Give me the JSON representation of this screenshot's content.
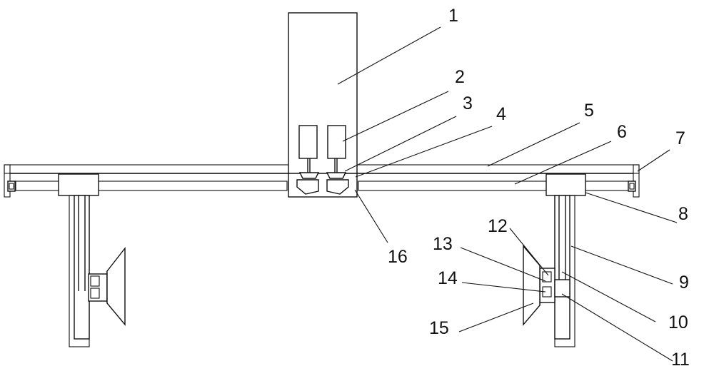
{
  "labels": [
    {
      "id": "1",
      "text": "1"
    },
    {
      "id": "2",
      "text": "2"
    },
    {
      "id": "3",
      "text": "3"
    },
    {
      "id": "4",
      "text": "4"
    },
    {
      "id": "5",
      "text": "5"
    },
    {
      "id": "6",
      "text": "6"
    },
    {
      "id": "7",
      "text": "7"
    },
    {
      "id": "8",
      "text": "8"
    },
    {
      "id": "9",
      "text": "9"
    },
    {
      "id": "10",
      "text": "10"
    },
    {
      "id": "11",
      "text": "11"
    },
    {
      "id": "12",
      "text": "12"
    },
    {
      "id": "13",
      "text": "13"
    },
    {
      "id": "14",
      "text": "14"
    },
    {
      "id": "15",
      "text": "15"
    },
    {
      "id": "16",
      "text": "16"
    }
  ],
  "colors": {
    "line": "#111111",
    "hatch": "#222222",
    "background": "#ffffff"
  }
}
